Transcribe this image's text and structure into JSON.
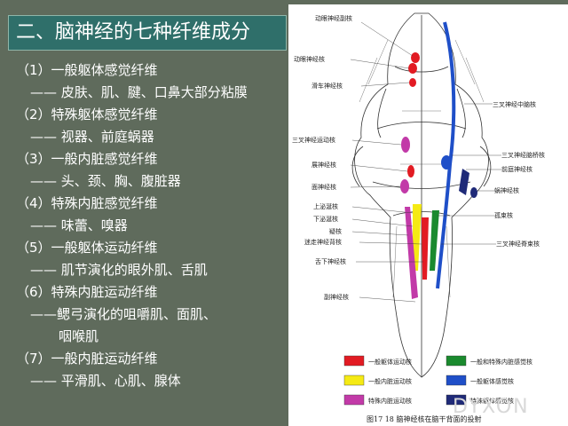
{
  "slide": {
    "title": "二、脑神经的七种纤维成分",
    "items": [
      {
        "head": "（1）一般躯体感觉纤维",
        "detail": "—— 皮肤、肌、腱、口鼻大部分粘膜"
      },
      {
        "head": "（2）特殊躯体感觉纤维",
        "detail": "—— 视器、前庭蜗器"
      },
      {
        "head": "（3）一般内脏感觉纤维",
        "detail": "—— 头、颈、胸、腹脏器"
      },
      {
        "head": "（4）特殊内脏感觉纤维",
        "detail": "—— 味蕾、嗅器"
      },
      {
        "head": "（5）一般躯体运动纤维",
        "detail": "—— 肌节演化的眼外肌、舌肌"
      },
      {
        "head": "（6）特殊内脏运动纤维",
        "detail": "——鳃弓演化的咀嚼肌、面肌、",
        "detail2": "咽喉肌"
      },
      {
        "head": "（7）一般内脏运动纤维",
        "detail": "—— 平滑肌、心肌、腺体"
      }
    ]
  },
  "diagram": {
    "labels_left": [
      "动眼神经副核",
      "动眼神经核",
      "滑车神经核",
      "三叉神经运动核",
      "展神经核",
      "面神经核",
      "上泌涎核",
      "下泌涎核",
      "疑核",
      "迷走神经背核",
      "舌下神经核",
      "副神经核"
    ],
    "labels_right": [
      "三叉神经中脑核",
      "三叉神经脑桥核",
      "前庭神经核",
      "蜗神经核",
      "孤束核",
      "三叉神经脊束核"
    ],
    "legend": [
      {
        "label": "一般躯体运动核",
        "color": "#e21b23"
      },
      {
        "label": "一般内脏运动核",
        "color": "#f5ea14"
      },
      {
        "label": "特殊内脏运动核",
        "color": "#c23aa8"
      },
      {
        "label": "一般和特殊内脏感觉核",
        "color": "#1a8a2e"
      },
      {
        "label": "一般躯体感觉核",
        "color": "#1f4fc8"
      },
      {
        "label": "特殊躯体感觉核",
        "color": "#1f2a78"
      }
    ],
    "caption": "图17 18  脑神经核在脑干背面的投射",
    "watermark": "DYXON"
  }
}
